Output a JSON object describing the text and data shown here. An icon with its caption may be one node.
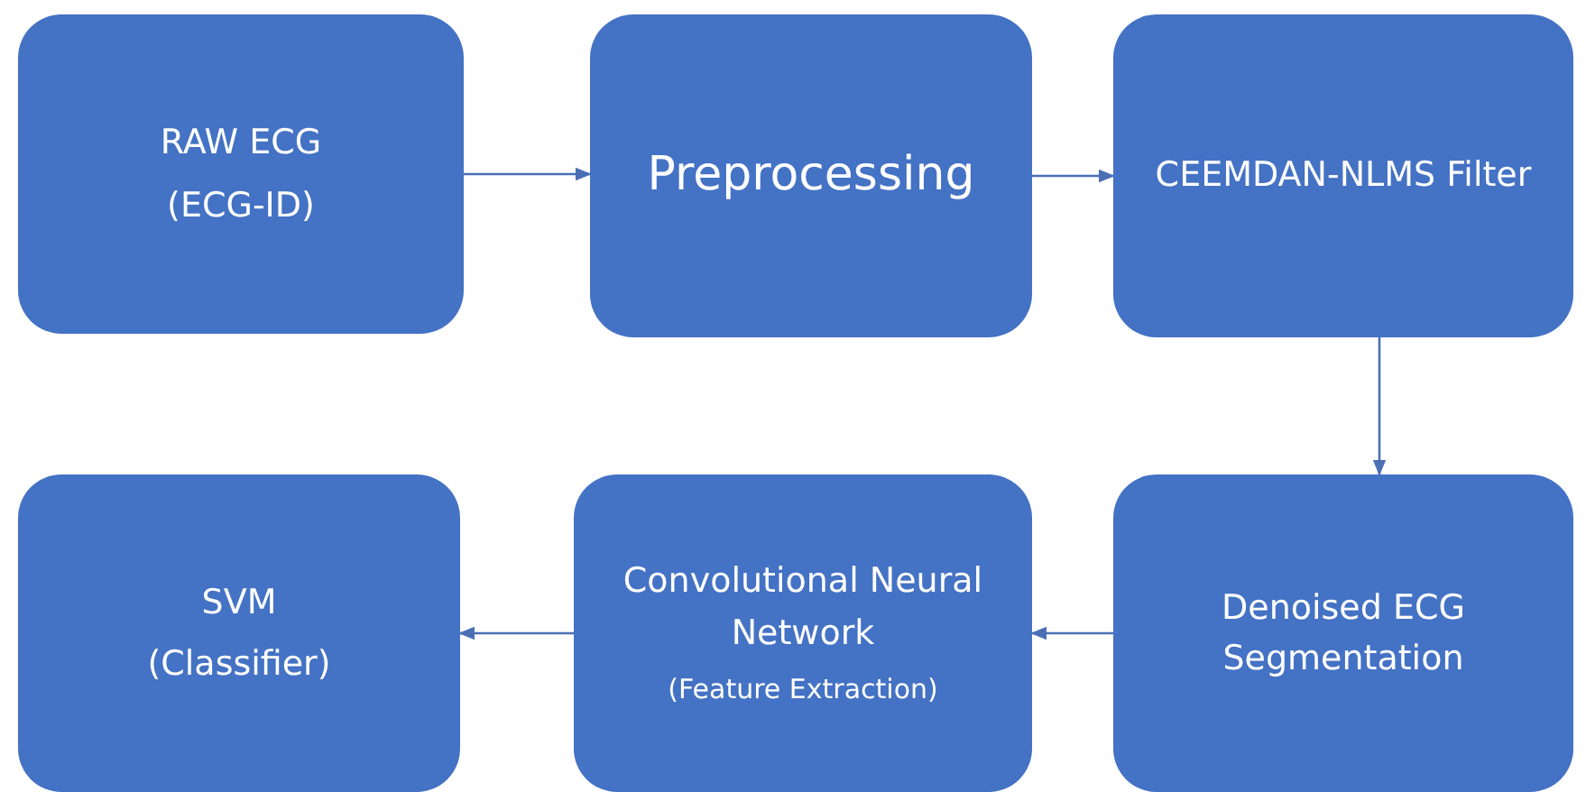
{
  "diagram": {
    "nodes": [
      {
        "text": [
          "RAW ECG",
          "(ECG-ID)"
        ]
      },
      {
        "text": [
          "Preprocessing"
        ]
      },
      {
        "text": [
          "CEEMDAN-NLMS Filter"
        ]
      },
      {
        "text": [
          "Denoised ECG Segmentation"
        ]
      },
      {
        "text": [
          "Convolutional Neural Network",
          "(Feature Extraction)"
        ]
      },
      {
        "text": [
          "SVM",
          "(Classifier)"
        ]
      }
    ],
    "edges": [
      {
        "from": 0,
        "to": 1,
        "arrow": "to"
      },
      {
        "from": 1,
        "to": 2,
        "arrow": "to"
      },
      {
        "from": 2,
        "to": 3,
        "arrow": "to"
      },
      {
        "from": 3,
        "to": 4,
        "arrow": "to"
      },
      {
        "from": 4,
        "to": 5,
        "arrow": "to"
      }
    ]
  }
}
